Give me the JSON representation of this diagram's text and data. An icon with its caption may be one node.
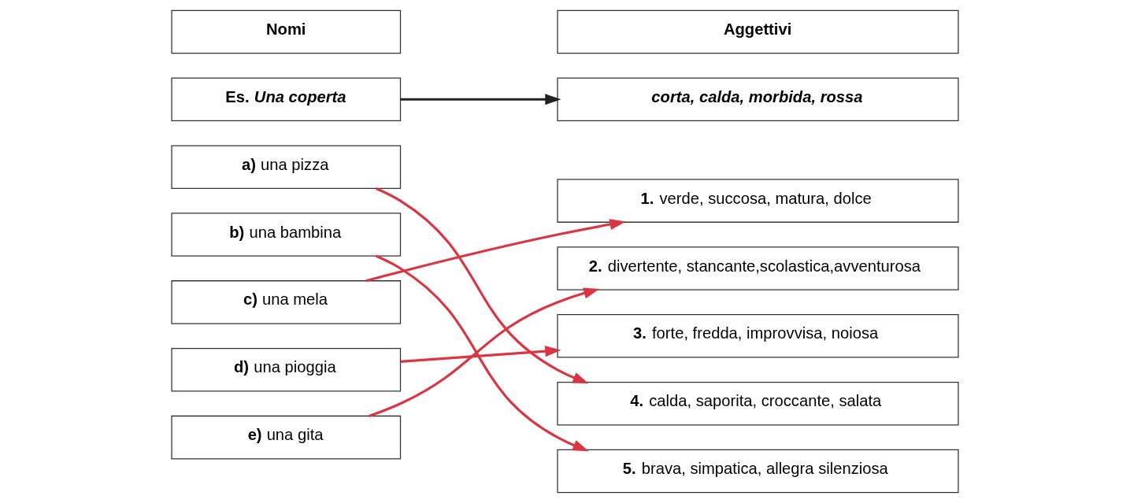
{
  "diagram": {
    "nodes": [
      {
        "text": [
          "Nomi"
        ]
      },
      {
        "text": [
          "Aggettivi"
        ]
      },
      {
        "text": [
          "Es. *Una coperta*"
        ]
      },
      {
        "text": [
          "corta, calda, morbida, rossa"
        ]
      },
      {
        "text": [
          "**a)** una pizza"
        ]
      },
      {
        "text": [
          "**1.** verde, succosa, matura, dolce"
        ]
      },
      {
        "text": [
          "**b)** una bambina"
        ]
      },
      {
        "text": [
          "**2.** divertente, stancante,scolastica,avventurosa"
        ]
      },
      {
        "text": [
          "**c)** una mela"
        ]
      },
      {
        "text": [
          "**3.** forte, fredda, improvvisa, noiosa"
        ]
      },
      {
        "text": [
          "**d)** una pioggia"
        ]
      },
      {
        "text": [
          "**4.** calda, saporita, croccante, salata"
        ]
      },
      {
        "text": [
          "**e)** una gita"
        ]
      },
      {
        "text": [
          "**5.** brava, simpatica, allegra silenziosa"
        ]
      }
    ],
    "edges": [
      {
        "from": 2,
        "to": 3,
        "arrow": "to",
        "color": "#222222"
      },
      {
        "from": 4,
        "to": 11,
        "arrow": "to"
      },
      {
        "from": 6,
        "to": 13,
        "arrow": "to"
      },
      {
        "from": 8,
        "to": 5,
        "arrow": "to"
      },
      {
        "from": 10,
        "to": 9,
        "arrow": "to"
      },
      {
        "from": 12,
        "to": 7,
        "arrow": "to"
      }
    ]
  }
}
